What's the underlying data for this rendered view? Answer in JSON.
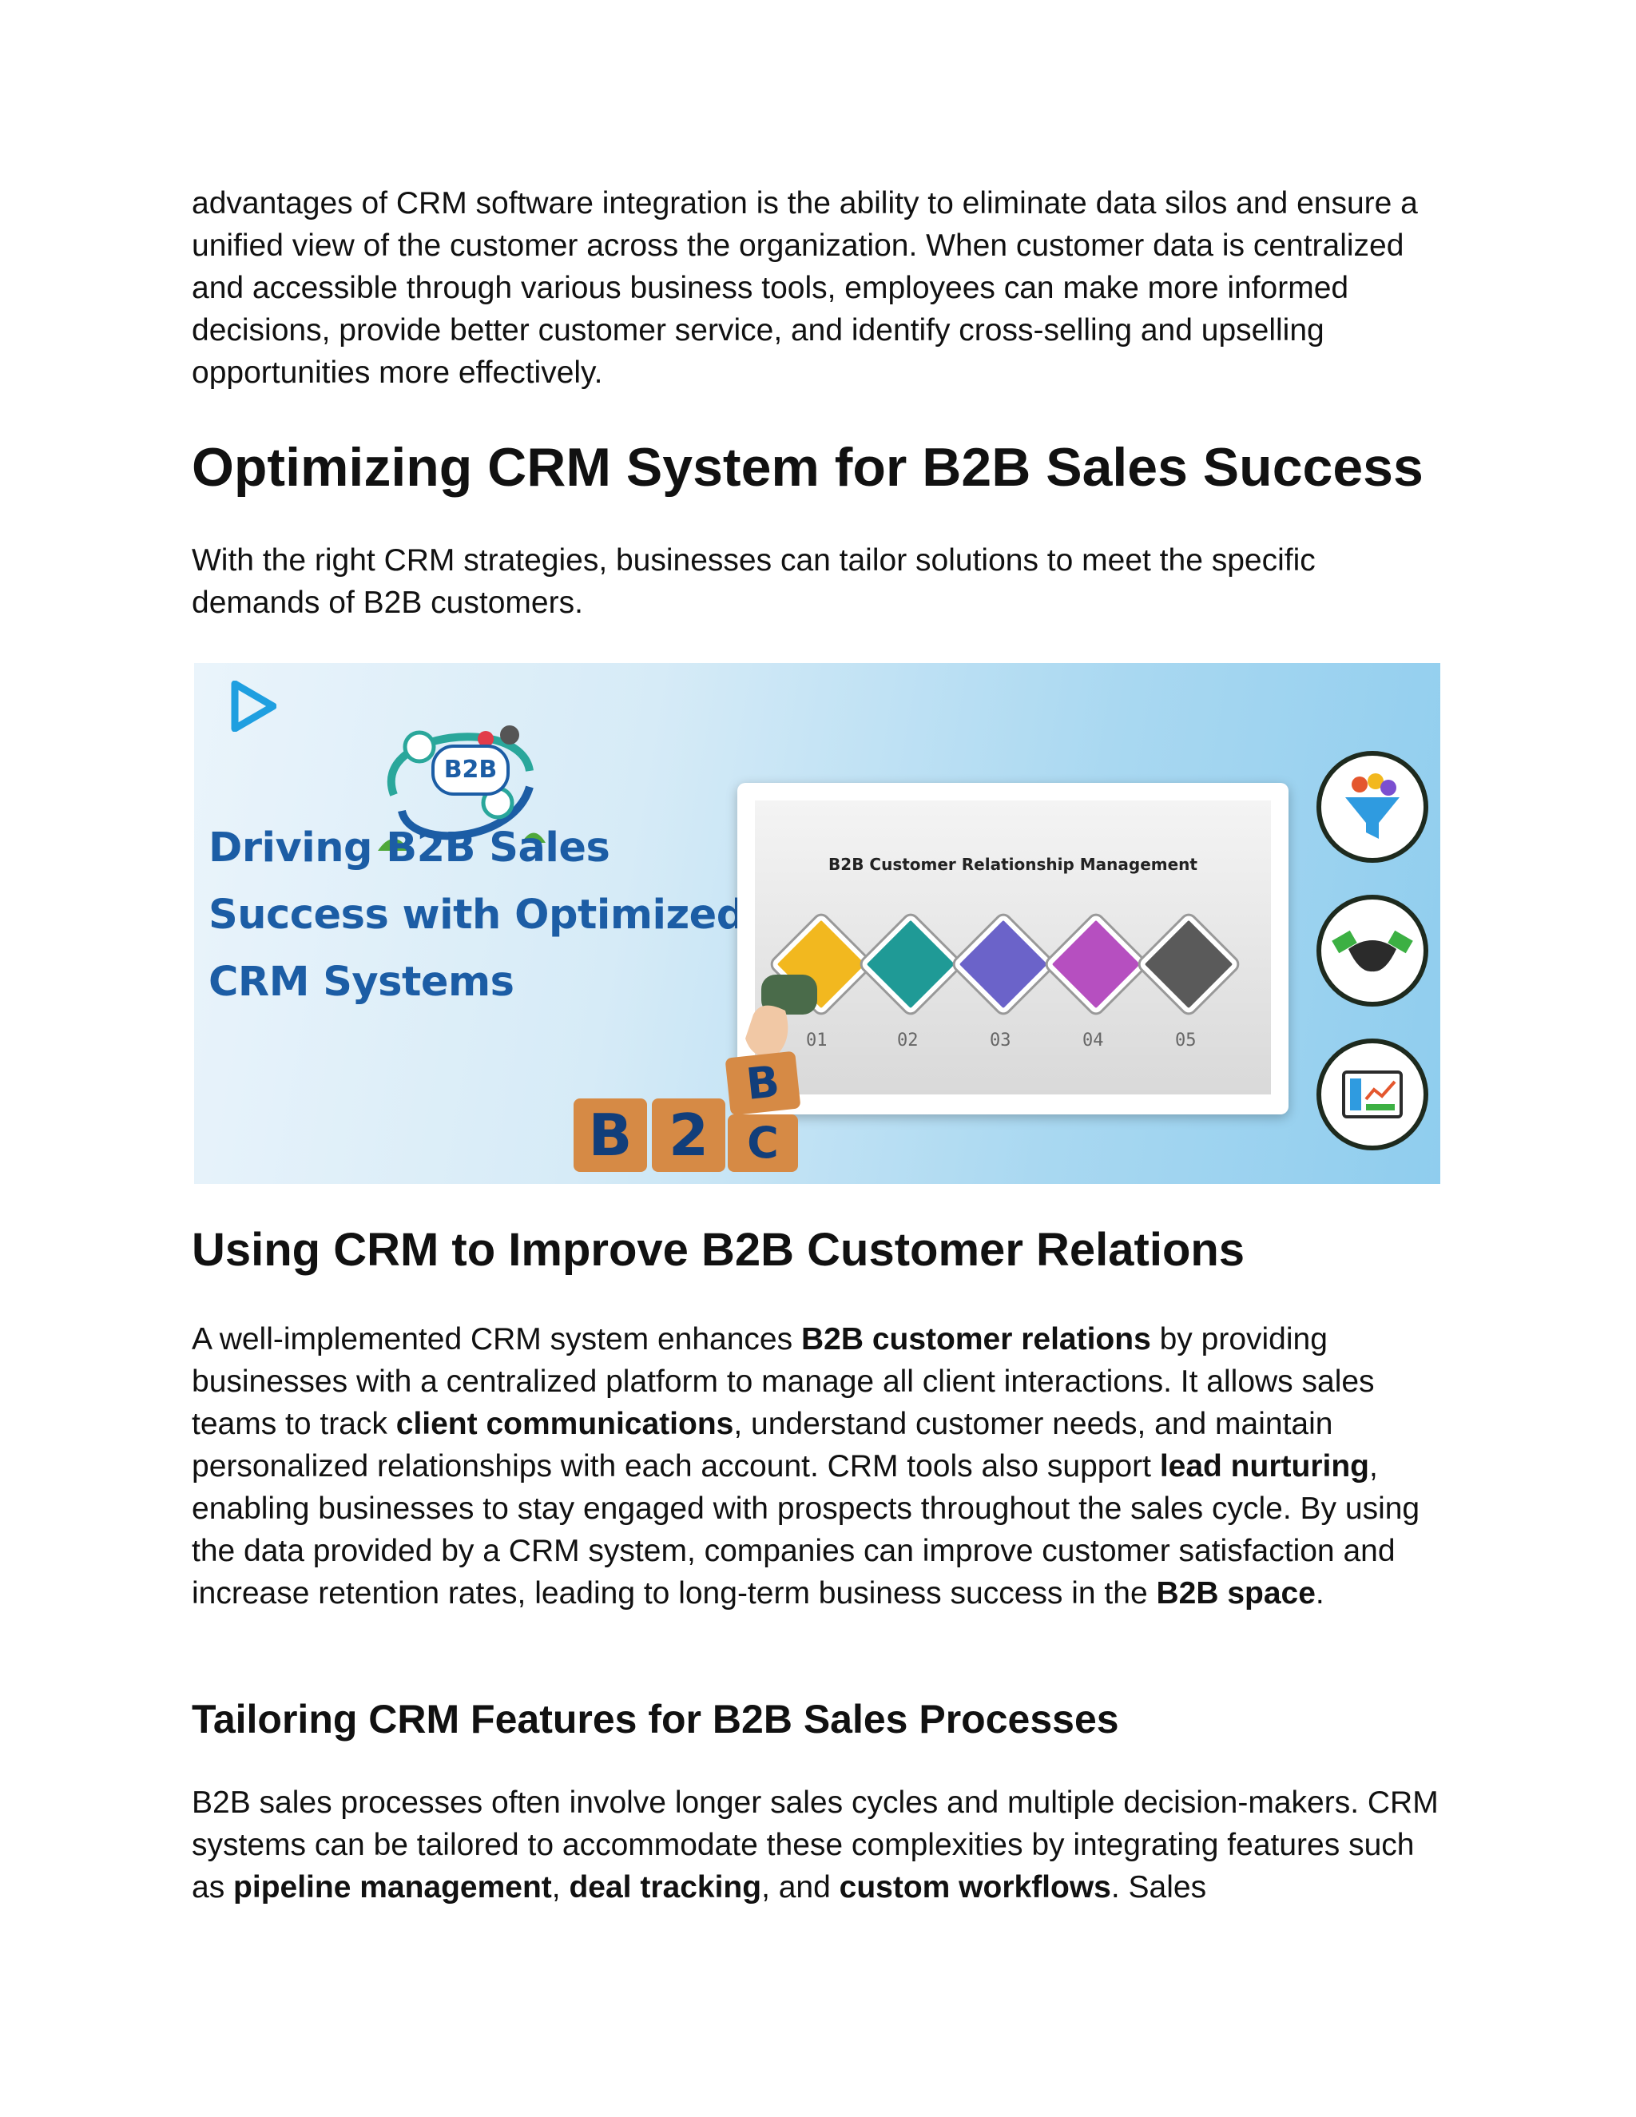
{
  "intro_paragraph": "advantages of CRM software integration is the ability to eliminate data silos and ensure a unified view of the customer across the organization. When customer data is centralized and accessible through various business tools, employees can make more informed decisions, provide better customer service, and identify cross-selling and upselling opportunities more effectively.",
  "section1": {
    "heading": "Optimizing CRM System for B2B Sales Success",
    "paragraph": "With the right CRM strategies, businesses can tailor solutions to meet the specific demands of B2B customers."
  },
  "banner": {
    "title_lines": [
      "Driving B2B Sales",
      "Success with Optimized",
      "CRM Systems"
    ],
    "b2b_badge": "B2B",
    "screen_title": "B2B Customer Relationship Management",
    "steps": [
      "01",
      "02",
      "03",
      "04",
      "05"
    ],
    "step_colors": [
      "#f2b81f",
      "#1f9a96",
      "#6b63c9",
      "#b64fc0",
      "#5a5a5a"
    ],
    "cube_letters": [
      "B",
      "2",
      "B",
      "C"
    ]
  },
  "section2": {
    "heading": "Using CRM to Improve B2B Customer Relations",
    "p_a": "A well-implemented CRM system enhances ",
    "b_a": "B2B customer relations",
    "p_b": " by providing businesses with a centralized platform to manage all client interactions. It allows sales teams to track ",
    "b_b": "client communications",
    "p_c": ", understand customer needs, and maintain personalized relationships with each account. CRM tools also support ",
    "b_c": "lead nurturing",
    "p_d": ", enabling businesses to stay engaged with prospects throughout the sales cycle. By using the data provided by a CRM system, companies can improve customer satisfaction and increase retention rates, leading to long-term business success in the ",
    "b_d": "B2B space",
    "p_e": "."
  },
  "section3": {
    "heading": "Tailoring CRM Features for B2B Sales Processes",
    "p_a": "B2B sales processes often involve longer sales cycles and multiple decision-makers. CRM systems can be tailored to accommodate these complexities by integrating features such as ",
    "b_a": "pipeline management",
    "p_b": ", ",
    "b_b": "deal tracking",
    "p_c": ", and ",
    "b_c": "custom workflows",
    "p_d": ". Sales"
  }
}
